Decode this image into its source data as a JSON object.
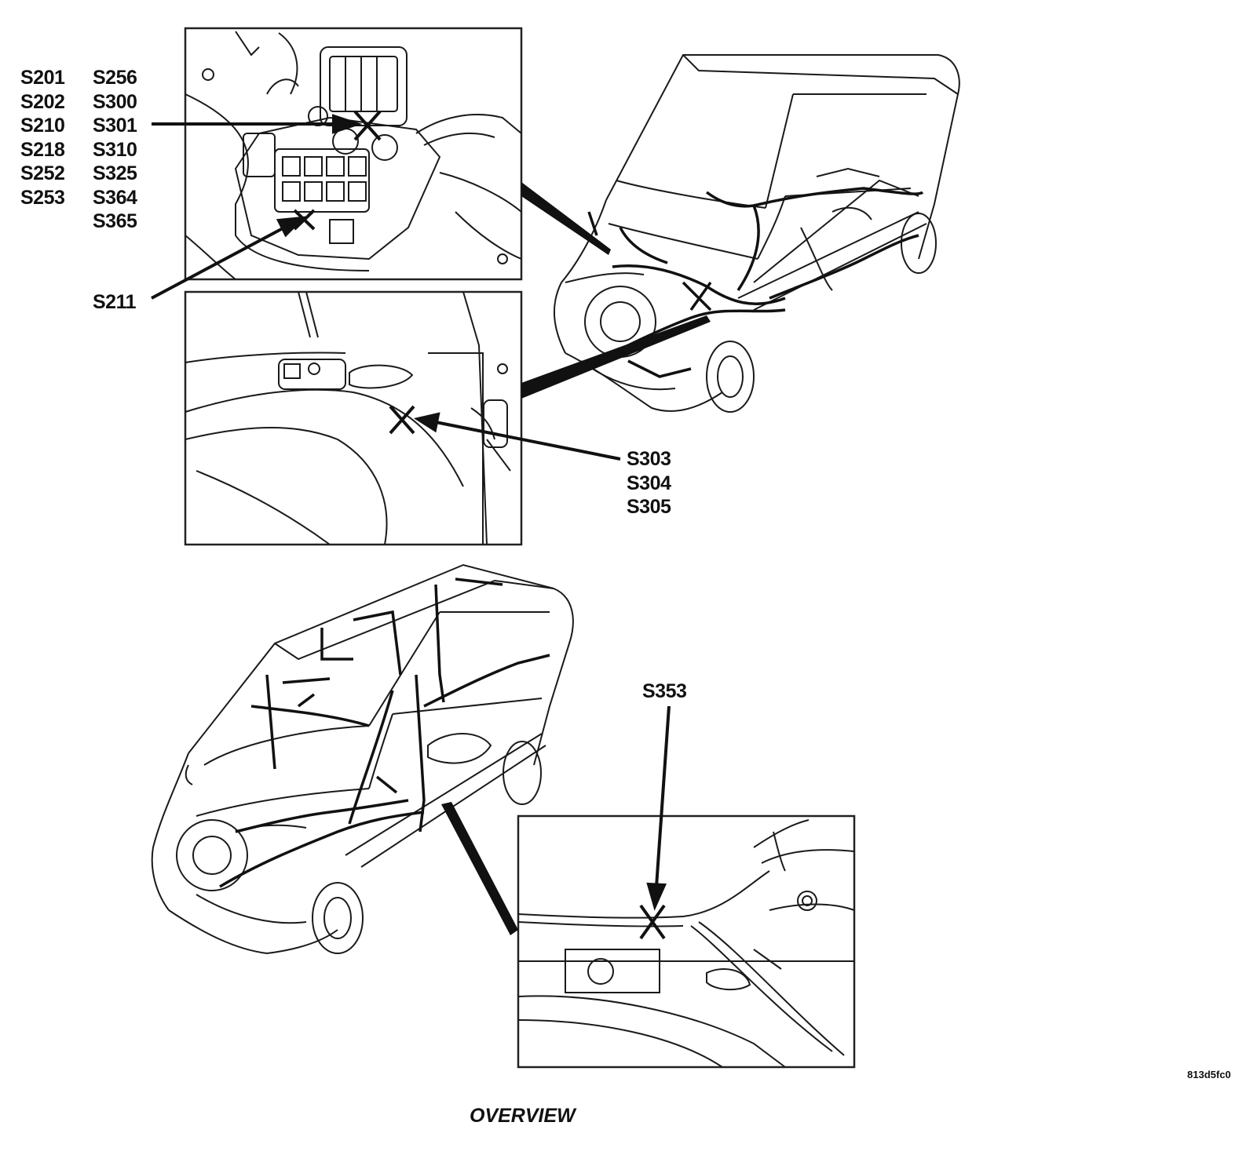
{
  "dashboard_labels": {
    "left_column": [
      "S201",
      "S202",
      "S210",
      "S218",
      "S252",
      "S253"
    ],
    "right_column": [
      "S256",
      "S300",
      "S301",
      "S310",
      "S325",
      "S364",
      "S365"
    ]
  },
  "s211_label": "S211",
  "door_labels": [
    "S303",
    "S304",
    "S305"
  ],
  "roof_label": "S353",
  "figure_code": "813d5fc0",
  "caption": "OVERVIEW",
  "colors": {
    "line": "#1a1a1a",
    "panel_border": "#222222",
    "background": "#ffffff"
  }
}
